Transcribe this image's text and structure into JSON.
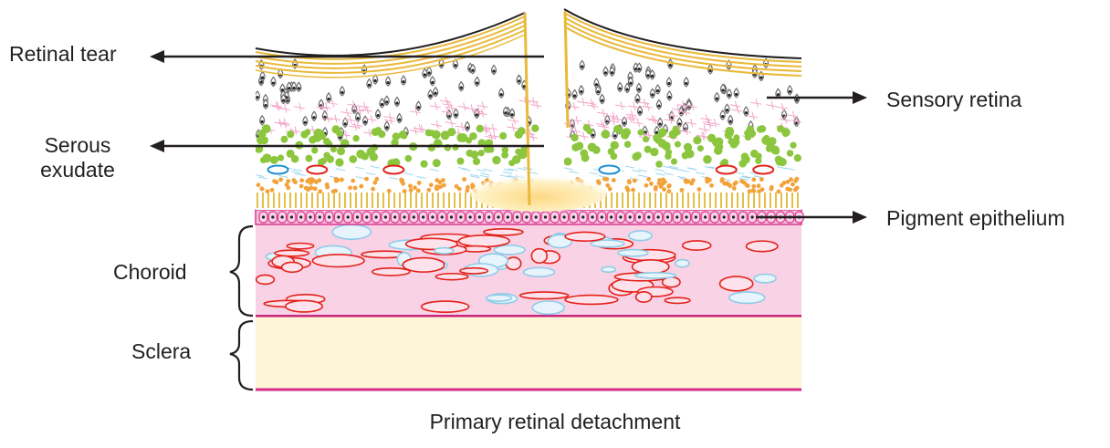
{
  "labels": {
    "retinal_tear": "Retinal tear",
    "serous_exudate": "Serous\nexudate",
    "choroid": "Choroid",
    "sclera": "Sclera",
    "sensory_retina": "Sensory retina",
    "pigment_epithelium": "Pigment epithelium"
  },
  "caption": "Primary retinal detachment",
  "colors": {
    "text": "#231f20",
    "retina_surface": "#e9b93a",
    "ganglion_cell": "#6b6b6b",
    "green_cells": "#8cc63f",
    "pink_plexiform": "#f3a6c8",
    "orange_cells": "#f3a23a",
    "photoreceptor": "#e2c04a",
    "exudate": "#fde7a6",
    "pigment_epithelium": "#d8378f",
    "choroid_bg": "#f9d2e5",
    "red_vessel": "#e32119",
    "blue_vessel": "#8fcbe8",
    "sclera": "#fdf5d6",
    "sclera_line": "#d62d8a"
  }
}
